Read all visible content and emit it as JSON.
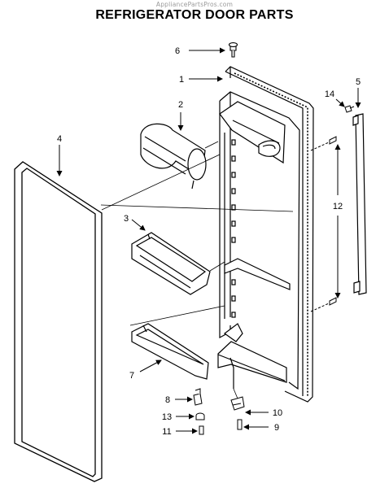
{
  "watermark": "AppliancePartsPros.com",
  "title": "REFRIGERATOR DOOR PARTS",
  "callouts": {
    "c1": "1",
    "c2": "2",
    "c3": "3",
    "c4": "4",
    "c5": "5",
    "c6": "6",
    "c7": "7",
    "c8": "8",
    "c9": "9",
    "c10": "10",
    "c11": "11",
    "c12": "12",
    "c13": "13",
    "c14": "14"
  },
  "colors": {
    "line": "#000000",
    "fill": "#ffffff",
    "shade": "#bdbdbd"
  }
}
